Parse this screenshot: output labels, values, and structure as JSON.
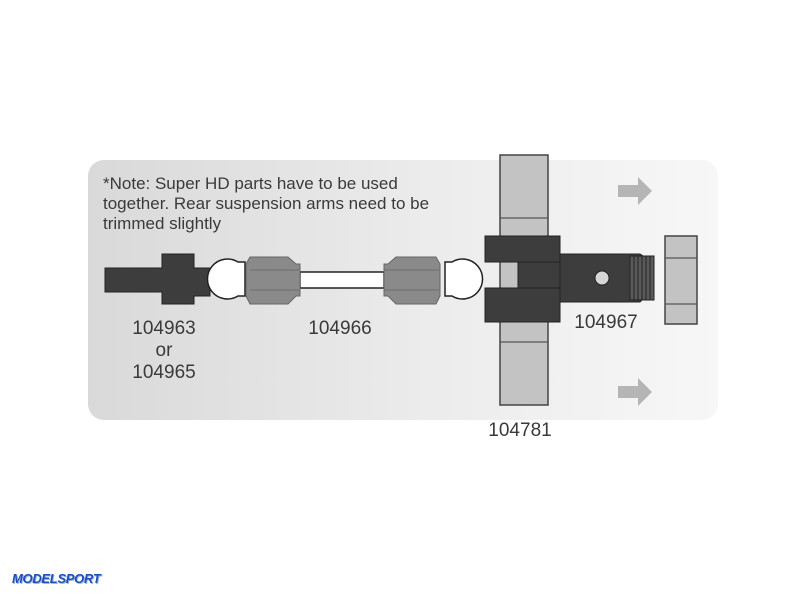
{
  "note": {
    "lines": [
      "*Note: Super HD parts have to be used",
      "together. Rear suspension arms need to be",
      "trimmed slightly"
    ]
  },
  "labels": {
    "part_104963": "104963",
    "or_word": "or",
    "part_104965": "104965",
    "part_104966": "104966",
    "part_104967": "104967",
    "part_104781": "104781"
  },
  "logo": "MODELSPORT",
  "colors": {
    "panel": "#e6e6e6",
    "part_dark": "#3d3d3d",
    "part_mid": "#858585",
    "part_light": "#c3c3c3",
    "arrow": "#b5b5b5",
    "brand": "#1f4fb5"
  }
}
